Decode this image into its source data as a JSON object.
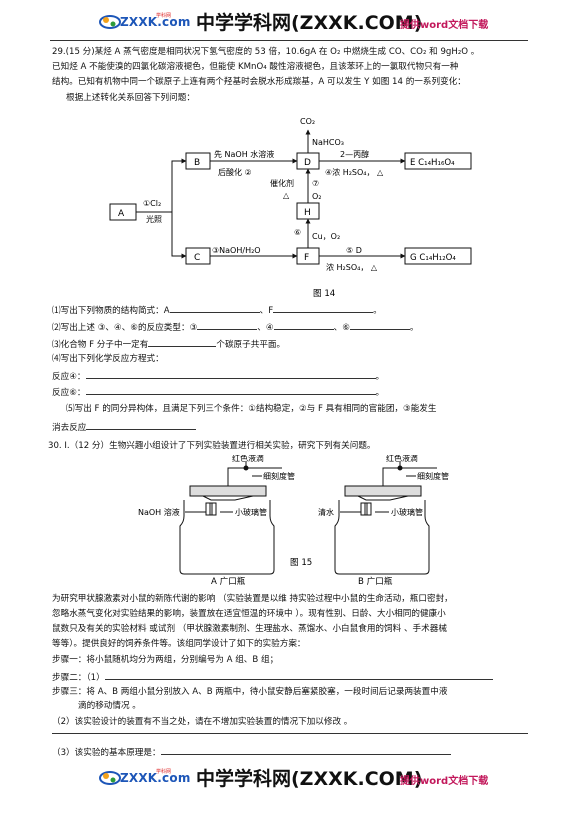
{
  "header": {
    "logo_text": "ZXXK.com",
    "logo_subtext": "学科网",
    "site_title": "中学学科网(ZXXK.COM)",
    "download_link": "提供word文档下载"
  },
  "q29": {
    "l1": "29.(15 分)某烃 A 蒸气密度是相同状况下氢气密度的 53 倍，10.6gA 在 O₂ 中燃烧生成 CO、CO₂ 和 9gH₂O 。",
    "l2": "已知烃 A 不能使溴的四氯化碳溶液褪色，但能使 KMnO₄ 酸性溶液褪色，且该苯环上的一氯取代物只有一种",
    "l3": "结构。已知有机物中同一个碳原子上连有两个羟基时会脱水形成羰基，A 可以发生 Y 如图 14 的一系列变化：",
    "l4": "根据上述转化关系回答下列问题：",
    "diagram": {
      "A": "A",
      "B": "B",
      "C": "C",
      "D": "D",
      "E": "E",
      "F": "F",
      "G": "G",
      "H": "H",
      "CO2": "CO₂",
      "NaHCO3": "NaHCO₃",
      "r1a": "①Cl₂",
      "r1b": "光照",
      "r2a": "先 NaOH 水溶液",
      "r2b": "后酸化 ②",
      "r3": "③NaOH/H₂O",
      "r4a": "2—丙醇",
      "r4b": "④浓 H₂SO₄，  △",
      "r5a": "⑤ D",
      "r5b": "浓 H₂SO₄，  △",
      "r6a": "⑥",
      "r6b": "Cu，O₂",
      "r7a": "催化剂",
      "r7b": "△",
      "r7c": "⑦",
      "r7d": "O₂",
      "E_formula": "E  C₁₄H₁₆O₄",
      "G_formula": "G  C₁₄H₁₂O₄",
      "caption": "图 14"
    },
    "s1a": "⑴写出下列物质的结构简式：A",
    "s1b": "、F",
    "s1c": "。",
    "s2a": "⑵写出上述 ③、④、⑥的反应类型：③",
    "s2b": "、④",
    "s2c": "、⑥",
    "s2d": "。",
    "s3a": "⑶化合物 F 分子中一定有",
    "s3b": "个碳原子共平面。",
    "s4": "⑷写出下列化学反应方程式：",
    "r4": "反应④：",
    "r6": "反应⑥：",
    "dot": "。",
    "s5": "⑸写出 F 的同分异构体，且满足下列三个条件：①结构稳定，②与 F 具有相同的官能团，③能发生",
    "s5b": "消去反应"
  },
  "q30": {
    "title": "30.  Ⅰ.（12 分）生物兴趣小组设计了下列实验装置进行相关实验，研究下列有关问题。",
    "appA": {
      "drop": "红色液滴",
      "tube": "细刻度管",
      "liquid": "NaOH 溶液",
      "small": "小玻璃管",
      "name": "A 广口瓶"
    },
    "appB": {
      "drop": "红色液滴",
      "tube": "细刻度管",
      "liquid": "清水",
      "small": "小玻璃管",
      "name": "B 广口瓶"
    },
    "caption": "图 15",
    "p1": "为研究甲状腺激素对小鼠的新陈代谢的影响 （实验装置是以维 持实验过程中小鼠的生命活动，瓶口密封，",
    "p2": "忽略水蒸气变化对实验结果的影响，装置放在适宜恒温的环境中 ）。现有性别、日龄、大小相同的健康小",
    "p3": "鼠数只及有关的实验材料 或试剂 （甲状腺激素制剂、生理盐水、蒸馏水、小白鼠食用的饲料 、手术器械",
    "p4": "等等）。提供良好的饲养条件等。该组同学设计了如下的实验方案：",
    "step1": "步骤一：将小鼠随机均分为两组，分别编号为 A 组、B 组；",
    "step2": "步骤二：（1）",
    "step3a": "步骤三：将 A、B 两组小鼠分别放入 A、B 两瓶中，待小鼠安静后塞紧胶塞，一段时间后记录两装置中液",
    "step3b": "滴的移动情况 。",
    "q2": "（2）该实验设计的装置有不当之处，请在不增加实验装置的情况下加以修改 。",
    "q3": "（3）该实验的基本原理是："
  },
  "footer": {
    "logo_text": "ZXXK.com",
    "logo_subtext": "学科网",
    "site_title": "中学学科网(ZXXK.COM)",
    "download_link": "提供word文档下载"
  }
}
